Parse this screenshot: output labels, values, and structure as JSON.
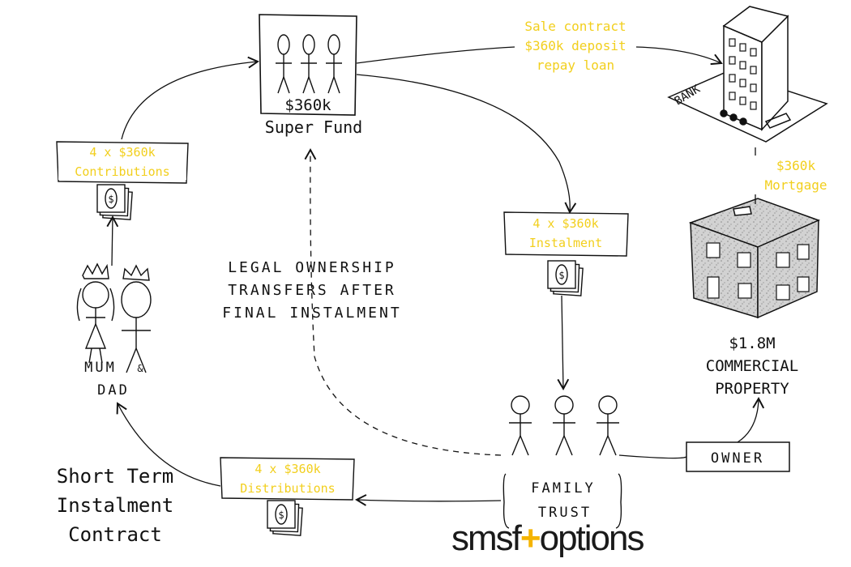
{
  "super_fund": {
    "amount": "$360k",
    "label": "Super Fund"
  },
  "sale_note": {
    "line1": "Sale contract",
    "line2": "$360k deposit",
    "line3": "repay loan"
  },
  "bank": {
    "label": "BANK"
  },
  "mortgage": {
    "line1": "$360k",
    "line2": "Mortgage"
  },
  "property": {
    "value": "$1.8M",
    "line1": "COMMERCIAL",
    "line2": "PROPERTY"
  },
  "contributions": {
    "line1": "4 x $360k",
    "line2": "Contributions"
  },
  "instalment": {
    "line1": "4 x $360k",
    "line2": "Instalment"
  },
  "distributions": {
    "line1": "4 x $360k",
    "line2": "Distributions"
  },
  "legal_note": {
    "line1": "LEGAL OWNERSHIP",
    "line2": "TRANSFERS AFTER",
    "line3": "FINAL INSTALMENT"
  },
  "parents": {
    "mum": "MUM",
    "and": "&",
    "dad": "DAD"
  },
  "owner": {
    "label": "OWNER"
  },
  "family_trust": {
    "line1": "FAMILY",
    "line2": "TRUST"
  },
  "title": {
    "line1": "Short Term",
    "line2": "Instalment",
    "line3": "Contract"
  },
  "logo": {
    "part1": "smsf",
    "plus": "+",
    "part2": "options"
  },
  "colors": {
    "accent": "#f2cf1d",
    "ink": "#111111",
    "logo_plus": "#f5b400",
    "building_fill": "#cfcfcf"
  },
  "icons": [
    "money-stack-icon",
    "stick-figure-icon",
    "bank-building-icon",
    "commercial-building-icon"
  ]
}
